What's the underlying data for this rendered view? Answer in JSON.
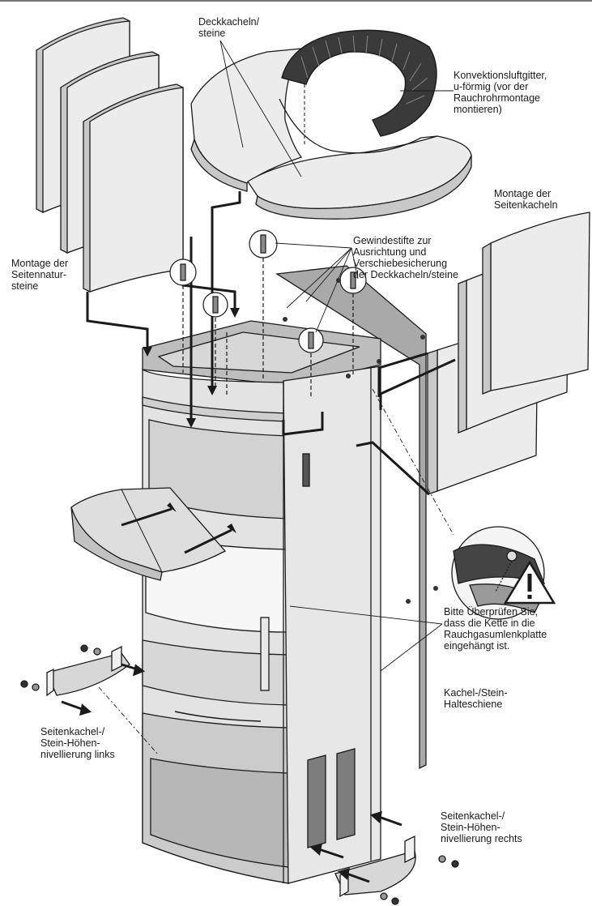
{
  "labels": {
    "deckkacheln": "Deckkacheln/\nsteine",
    "konvektion": "Konvektionsluftgitter,\nu-förmig (vor der\nRauchrohrmontage\nmontieren)",
    "montage_seitenkacheln": "Montage der\nSeitenkacheln",
    "gewindestifte": "Gewindestifte zur\nAusrichtung und\nVerschiebesicherung\nder Deckkacheln/steine",
    "montage_seitennatursteine": "Montage der\nSeitennatur-\nsteine",
    "warnung": "Bitte Überprüfen Sie,\ndass die Kette in die\nRauchgasumlenkplatte\neingehängt ist.",
    "halteschiene": "Kachel-/Stein-\nHalteschiene",
    "nivellierung_links": "Seitenkachel-/\nStein-Höhen-\nnivellierung links",
    "nivellierung_rechts": "Seitenkachel-/\nStein-Höhen-\nnivellierung rechts"
  },
  "colors": {
    "line": "#1a1a1a",
    "body_light": "#ececec",
    "body_mid": "#d7d7d7",
    "body_dark": "#bdbdbd",
    "panel_dark": "#a9a9a9",
    "grille": "#3a3a3a"
  },
  "icons": {
    "warning": "warning-triangle-icon"
  }
}
